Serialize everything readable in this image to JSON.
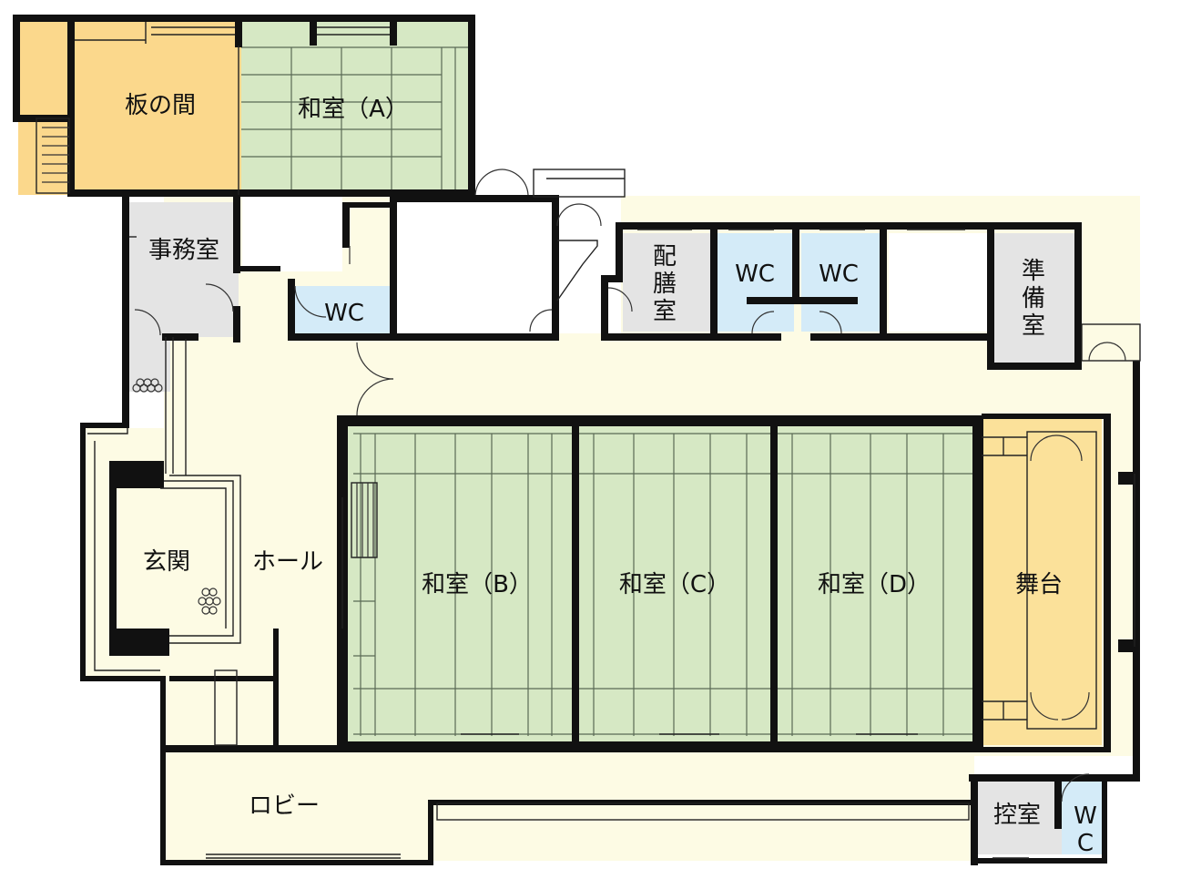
{
  "colors": {
    "tatami": "#d6e8c4",
    "wood": "#fbd88c",
    "stage": "#fbe19a",
    "hall": "#fdfbe4",
    "office": "#e4e4e4",
    "wc": "#d4ebf8",
    "white": "#ffffff",
    "wall": "#111111"
  },
  "rooms": {
    "itanoma": "板の間",
    "washitsu_a": "和室（A）",
    "jimushitsu": "事務室",
    "wc_1": "WC",
    "haizen_1": "配",
    "haizen_2": "膳",
    "haizen_3": "室",
    "wc_2": "WC",
    "wc_3": "WC",
    "junbi_1": "準",
    "junbi_2": "備",
    "junbi_3": "室",
    "genkan": "玄関",
    "hall": "ホール",
    "washitsu_b": "和室（B）",
    "washitsu_c": "和室（C）",
    "washitsu_d": "和室（D）",
    "butai": "舞台",
    "lobby": "ロビー",
    "hikaeshitsu": "控室",
    "wc_4_w": "W",
    "wc_4_c": "C"
  }
}
